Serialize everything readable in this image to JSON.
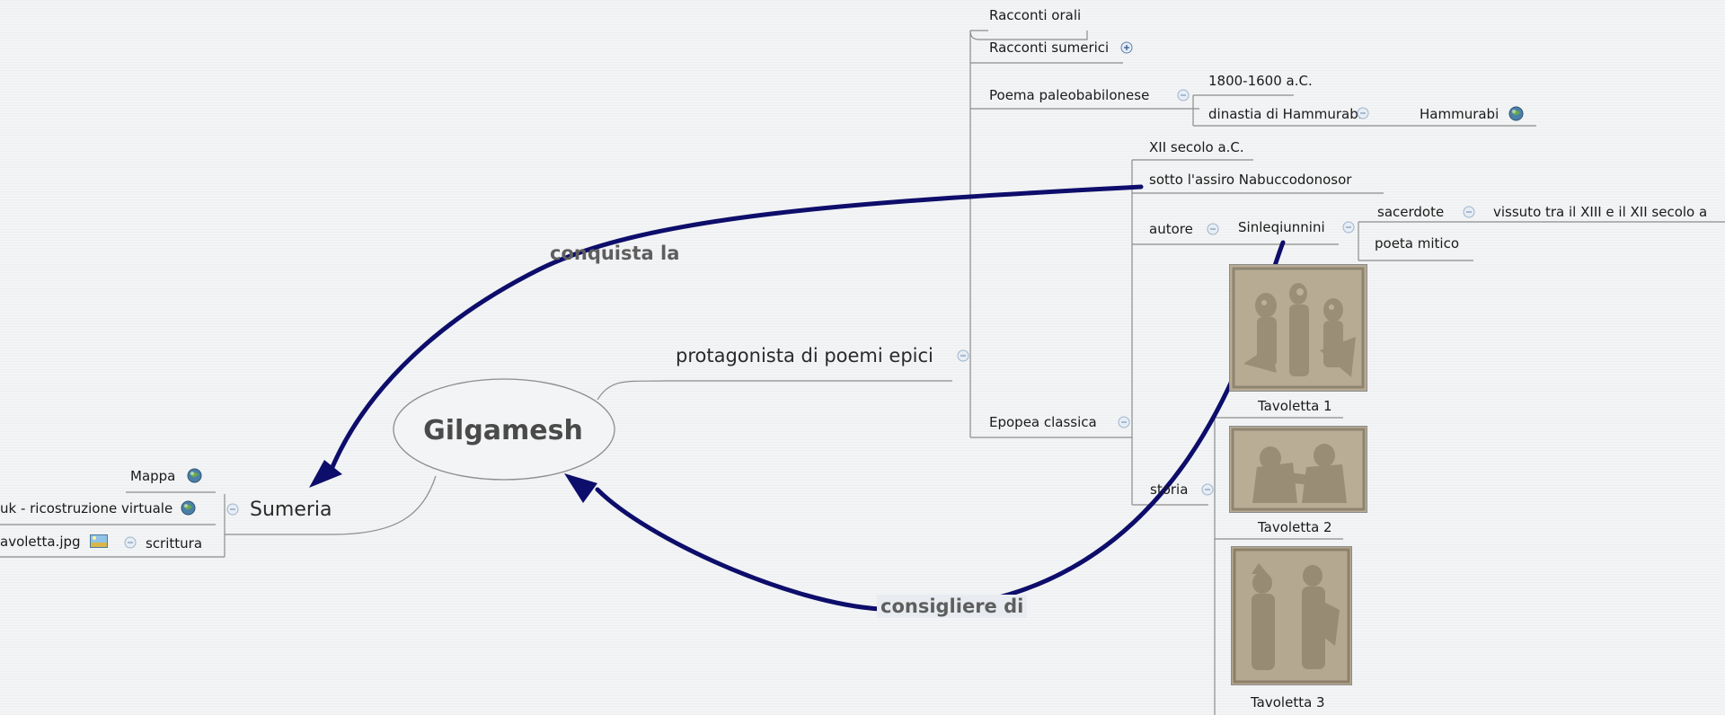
{
  "root": {
    "label": "Gilgamesh"
  },
  "relationships": {
    "conquista": "conquista la",
    "consigliere": "consigliere di"
  },
  "left": {
    "sumeria": "Sumeria",
    "mappa": "Mappa",
    "uruk": "uk - ricostruzione virtuale",
    "tavoletta_jpg": "avoletta.jpg",
    "scrittura": "scrittura"
  },
  "right": {
    "protagonista": "protagonista di poemi epici",
    "racconti_orali": "Racconti orali",
    "racconti_sumerici": "Racconti sumerici",
    "poema_paleo": "Poema paleobabilonese",
    "anni_1800": "1800-1600 a.C.",
    "dinastia": "dinastia di Hammurabi",
    "hammurabi": "Hammurabi",
    "epopea": "Epopea classica",
    "xii_secolo": "XII secolo a.C.",
    "sotto": "sotto l'assiro Nabuccodonosor",
    "autore": "autore",
    "sinleq": "Sinleqiunnini",
    "sacerdote": "sacerdote",
    "vissuto": "vissuto tra il XIII e il XII secolo a",
    "poeta": "poeta mitico",
    "storia": "storia",
    "tavoletta1": "Tavoletta 1",
    "tavoletta2": "Tavoletta 2",
    "tavoletta3": "Tavoletta 3"
  },
  "colors": {
    "arrow": "#0d0d6b",
    "line": "#8c8c8c",
    "collapse": "#9fb4cc",
    "stone": "#b3a791"
  }
}
